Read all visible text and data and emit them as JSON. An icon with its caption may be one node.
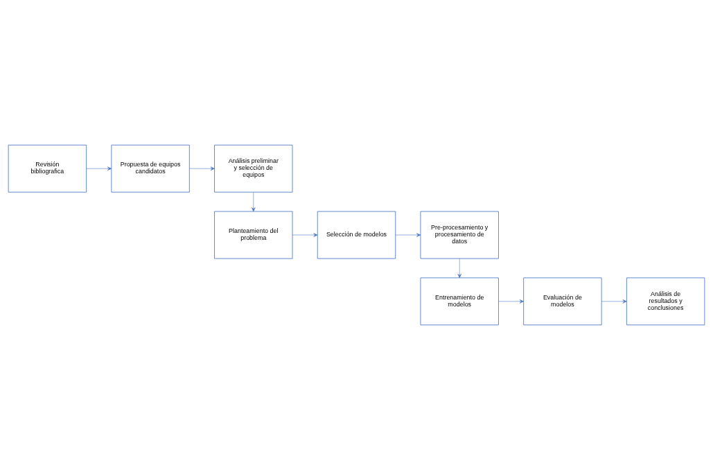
{
  "diagram": {
    "nodes": [
      {
        "text": [
          "Revisión bibliografica"
        ]
      },
      {
        "text": [
          "Propuesta de equipos candidatos"
        ]
      },
      {
        "text": [
          "Análisis preliminar y selección de equipos"
        ]
      },
      {
        "text": [
          "Planteamiento del problema"
        ]
      },
      {
        "text": [
          "Selección de modelos"
        ]
      },
      {
        "text": [
          "Pre-procesamiento y procesamiento de datos"
        ]
      },
      {
        "text": [
          "Entrenamiento de modelos"
        ]
      },
      {
        "text": [
          "Evaluación de modelos"
        ]
      },
      {
        "text": [
          "Análisis de resultados y conclusiones"
        ]
      }
    ],
    "edges": [
      {
        "from": 0,
        "to": 1,
        "arrow": "to"
      },
      {
        "from": 1,
        "to": 2,
        "arrow": "to"
      },
      {
        "from": 2,
        "to": 3,
        "arrow": "to"
      },
      {
        "from": 3,
        "to": 4,
        "arrow": "to"
      },
      {
        "from": 4,
        "to": 5,
        "arrow": "to"
      },
      {
        "from": 5,
        "to": 6,
        "arrow": "to"
      },
      {
        "from": 6,
        "to": 7,
        "arrow": "to"
      },
      {
        "from": 7,
        "to": 8,
        "arrow": "to"
      }
    ]
  }
}
